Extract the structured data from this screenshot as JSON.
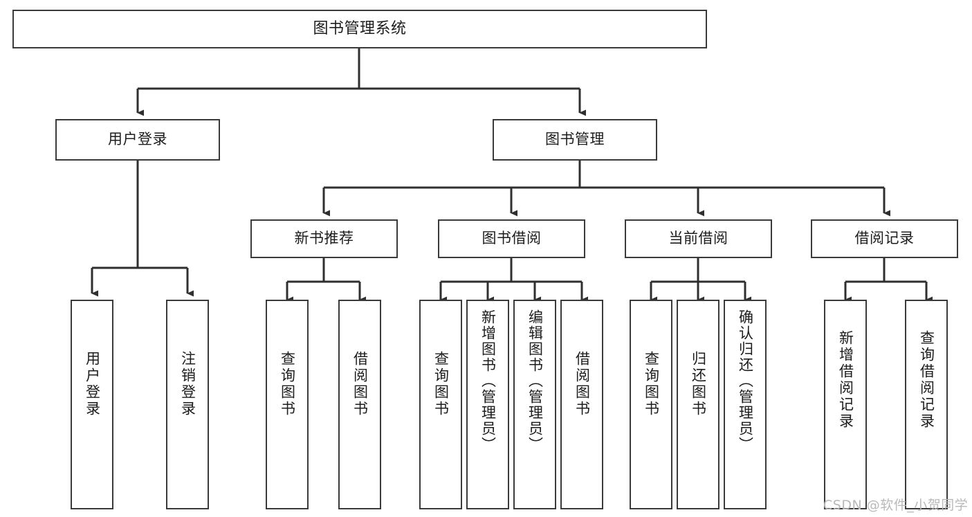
{
  "diagram": {
    "title": "图书管理系统",
    "type": "tree",
    "watermark": "CSDN @软件_小贺同学",
    "colors": {
      "stroke": "#3a3a3a",
      "fill": "#ffffff",
      "text": "#1c1c1c",
      "watermark": "#b9b9b9"
    },
    "levels": [
      {
        "level": 0,
        "nodes": [
          {
            "id": "root",
            "label": "图书管理系统",
            "orientation": "horizontal"
          }
        ]
      },
      {
        "level": 1,
        "nodes": [
          {
            "id": "login",
            "label": "用户登录",
            "orientation": "horizontal",
            "parent": "root"
          },
          {
            "id": "bookmgmt",
            "label": "图书管理",
            "orientation": "horizontal",
            "parent": "root"
          }
        ]
      },
      {
        "level": 2,
        "nodes": [
          {
            "id": "newbook",
            "label": "新书推荐",
            "orientation": "horizontal",
            "parent": "bookmgmt"
          },
          {
            "id": "borrow",
            "label": "图书借阅",
            "orientation": "horizontal",
            "parent": "bookmgmt"
          },
          {
            "id": "current",
            "label": "当前借阅",
            "orientation": "horizontal",
            "parent": "bookmgmt"
          },
          {
            "id": "record",
            "label": "借阅记录",
            "orientation": "horizontal",
            "parent": "bookmgmt"
          }
        ]
      },
      {
        "level": 3,
        "nodes": [
          {
            "id": "leaf1",
            "label": "用户登录",
            "orientation": "vertical",
            "parent": "login"
          },
          {
            "id": "leaf2",
            "label": "注销登录",
            "orientation": "vertical",
            "parent": "login"
          },
          {
            "id": "leaf3",
            "label": "查询图书",
            "orientation": "vertical",
            "parent": "newbook"
          },
          {
            "id": "leaf4",
            "label": "借阅图书",
            "orientation": "vertical",
            "parent": "newbook"
          },
          {
            "id": "leaf5",
            "label": "查询图书",
            "orientation": "vertical",
            "parent": "borrow"
          },
          {
            "id": "leaf6",
            "label": "新增图书（管理员）",
            "orientation": "vertical",
            "parent": "borrow"
          },
          {
            "id": "leaf7",
            "label": "编辑图书（管理员）",
            "orientation": "vertical",
            "parent": "borrow"
          },
          {
            "id": "leaf8",
            "label": "借阅图书",
            "orientation": "vertical",
            "parent": "borrow"
          },
          {
            "id": "leaf9",
            "label": "查询图书",
            "orientation": "vertical",
            "parent": "current"
          },
          {
            "id": "leaf10",
            "label": "归还图书",
            "orientation": "vertical",
            "parent": "current"
          },
          {
            "id": "leaf11",
            "label": "确认归还（管理员）",
            "orientation": "vertical",
            "parent": "current"
          },
          {
            "id": "leaf12",
            "label": "新增借阅记录",
            "orientation": "vertical",
            "parent": "record"
          },
          {
            "id": "leaf13",
            "label": "查询借阅记录",
            "orientation": "vertical",
            "parent": "record"
          }
        ]
      }
    ]
  }
}
